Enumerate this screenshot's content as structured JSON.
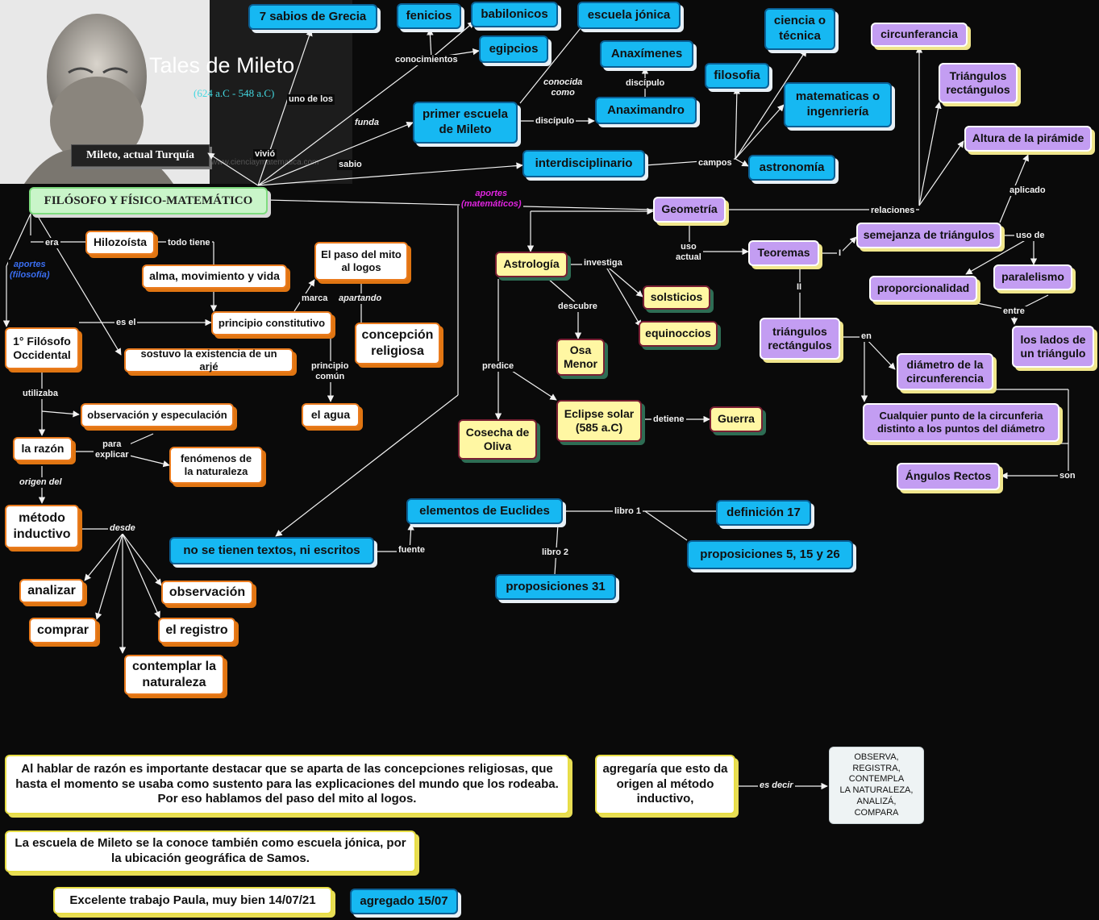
{
  "header": {
    "title": "Tales de Mileto",
    "dates": "(624 a.C - 548 a.C)",
    "place": "Mileto, actual Turquía",
    "watermark": "www.cienciaymatematica.com"
  },
  "nodes": {
    "siete_sabios": "7 sabios de Grecia",
    "fenicios": "fenicios",
    "babilonicos": "babilonicos",
    "egipcios": "egipcios",
    "escuela_jonica": "escuela jónica",
    "anaximenes": "Anaxímenes",
    "anaximandro": "Anaximandro",
    "primer_escuela": "primer escuela de Mileto",
    "ciencia_tecnica": "ciencia o técnica",
    "filosofia": "filosofia",
    "matematicas_ing": "matematicas o ingenriería",
    "astronomia": "astronomía",
    "interdisciplinario": "interdisciplinario",
    "circunferancia": "circunferancia",
    "triangulos_rect_top": "Triángulos rectángulos",
    "altura_piramide": "Altura de la pirámide",
    "filosofo": "FILÓSOFO Y FÍSICO-MATEMÁTICO",
    "geometria": "Geometría",
    "semejanza": "semejanza de triángulos",
    "teoremas": "Teoremas",
    "proporcionalidad": "proporcionalidad",
    "paralelismo": "paralelismo",
    "lados_triangulo": "los lados de un triángulo",
    "triangulos_rect": "triángulos rectángulos",
    "diametro": "diámetro de la circunferencia",
    "cualquier_punto": "Cualquier punto de la circunferia distinto a los puntos del diámetro",
    "angulos_rectos": "Ángulos Rectos",
    "astrologia": "Astrología",
    "solsticios": "solsticios",
    "equinoccios": "equinoccios",
    "osa_menor": "Osa Menor",
    "cosecha": "Cosecha de Oliva",
    "eclipse": "Eclipse solar (585 a.C)",
    "guerra": "Guerra",
    "hilozoista": "Hilozoísta",
    "alma": "alma, movimiento y vida",
    "paso_mito": "El paso del mito al logos",
    "principio": "principio constitutivo",
    "concepcion": "concepción religiosa",
    "primer_filosofo": "1° Filósofo Occidental",
    "arje": "sostuvo la existencia de un arjé",
    "agua": "el agua",
    "observacion_esp": "observación y especulación",
    "razon": "la razón",
    "fenomenos": "fenómenos de la naturaleza",
    "metodo": "método inductivo",
    "analizar": "analizar",
    "comprar": "comprar",
    "observacion": "observación",
    "registro": "el registro",
    "contemplar": "contemplar la naturaleza",
    "no_textos": "no se tienen textos, ni escritos",
    "elementos": "elementos de Euclides",
    "definicion": "definición 17",
    "prop_5": "proposiciones 5, 15 y 26",
    "prop_31": "proposiciones 31",
    "agregaria": "agregaría que esto da origen al método inductivo,",
    "observa": "OBSERVA,\nREGISTRA,\nCONTEMPLA\nLA NATURALEZA,\nANALIZÁ,\nCOMPARA",
    "agregado": "agregado 15/07"
  },
  "notes": {
    "razon": "Al hablar de razón es importante destacar que se aparta de las concepciones religiosas, que hasta el momento se usaba como sustento para las explicaciones del mundo que los rodeaba.   Por eso hablamos del paso del mito al logos.",
    "mileto": "La escuela de Mileto se la conoce también como escuela jónica, por la ubicación geográfica de Samos.",
    "excelente": "Excelente  trabajo Paula, muy bien 14/07/21"
  },
  "labels": {
    "uno_de_los": "uno de los",
    "conocimientos": "conocimientos",
    "conocida_como": "conocida\ncomo",
    "discipulo_top": "discípulo",
    "discipulo": "discípulo",
    "funda": "funda",
    "vivio": "vivió",
    "sabio": "sabio",
    "campos": "campos",
    "relaciones": "relaciones",
    "aplicado": "aplicado",
    "uso_de": "uso de",
    "aportes_mat": "aportes\n(matemáticos)",
    "uso_actual": "uso\nactual",
    "I": "I",
    "II": "II",
    "entre": "entre",
    "en": "en",
    "son": "son",
    "investiga": "investiga",
    "descubre": "descubre",
    "predice": "predice",
    "detiene": "detiene",
    "era": "era",
    "todo_tiene": "todo tiene",
    "aportes_fil": "aportes\n(filosofía)",
    "es_el": "es el",
    "marca": "marca",
    "apartando": "apartando",
    "principio_comun": "principio\ncomún",
    "utilizaba": "utilizaba",
    "para_explicar": "para\nexplicar",
    "origen_del": "origen del",
    "desde": "desde",
    "fuente": "fuente",
    "libro1": "libro 1",
    "libro2": "libro 2",
    "es_decir": "es decir"
  }
}
